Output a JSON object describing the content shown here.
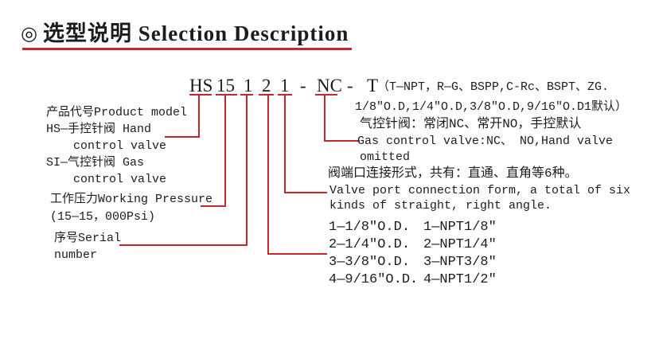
{
  "colors": {
    "accent": "#c9252c",
    "text": "#1c1c1c",
    "bg": "#ffffff"
  },
  "title": {
    "bullet": "◎",
    "text": "选型说明 Selection Description"
  },
  "model_code": {
    "segments": [
      "HS",
      "15",
      "1",
      "2",
      "1",
      "-",
      "NC",
      "-",
      "T"
    ]
  },
  "thread_note": {
    "line1": "（T—NPT，R—G、BSPP,C-Rc、BSPT、ZG.",
    "line2": "1/8″O.D,1/4″O.D,3/8″O.D,9/16″O.D1默认）"
  },
  "left_notes": {
    "product_model": {
      "l1": "产品代号Product model",
      "l2": "HS—手控针阀 Hand",
      "l3": "control valve",
      "l4": "SI—气控针阀 Gas",
      "l5": "control valve"
    },
    "working_pressure": {
      "l1": "工作压力Working Pressure",
      "l2": "(15—15，000Psi)"
    },
    "serial_number": {
      "l1": "序号Serial",
      "l2": "number"
    }
  },
  "right_notes": {
    "gas_control": {
      "l1": "气控针阀：常闭NC、常开NO，手控默认",
      "l2": "Gas control valve:NC、 NO,Hand valve",
      "l3": "omitted"
    },
    "port_connection": {
      "l1": "阀端口连接形式，共有：直通、直角等6种。",
      "l2": "Valve port connection form, a total of six",
      "l3": "kinds of straight, right angle."
    }
  },
  "size_list": {
    "rows": [
      {
        "od": "1—1/8″O.D.",
        "npt": "1—NPT1/8″"
      },
      {
        "od": "2—1/4″O.D.",
        "npt": "2—NPT1/4″"
      },
      {
        "od": "3—3/8″O.D.",
        "npt": "3—NPT3/8″"
      },
      {
        "od": "4—9/16″O.D.",
        "npt": "4—NPT1/2″"
      }
    ]
  }
}
